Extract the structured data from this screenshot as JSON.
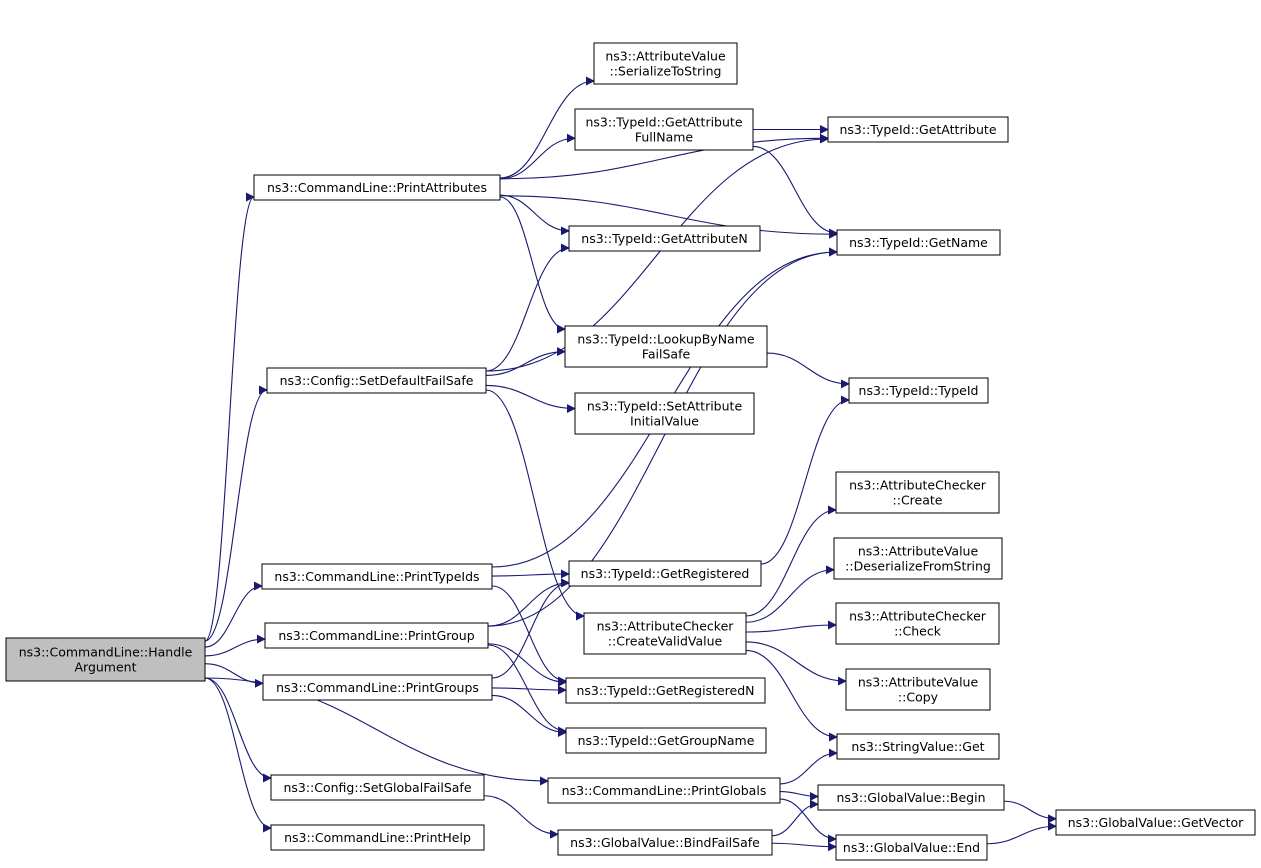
{
  "graph": {
    "edge_color": "#191970",
    "root_fill": "#bfbfbf",
    "node_fill": "#ffffff",
    "nodes": [
      {
        "id": "handle_argument",
        "lines": [
          "ns3::CommandLine::Handle",
          "Argument"
        ],
        "root": true
      },
      {
        "id": "print_attributes",
        "lines": [
          "ns3::CommandLine::PrintAttributes"
        ]
      },
      {
        "id": "set_default_fail_safe",
        "lines": [
          "ns3::Config::SetDefaultFailSafe"
        ]
      },
      {
        "id": "print_type_ids",
        "lines": [
          "ns3::CommandLine::PrintTypeIds"
        ]
      },
      {
        "id": "print_group",
        "lines": [
          "ns3::CommandLine::PrintGroup"
        ]
      },
      {
        "id": "print_groups",
        "lines": [
          "ns3::CommandLine::PrintGroups"
        ]
      },
      {
        "id": "set_global_fail_safe",
        "lines": [
          "ns3::Config::SetGlobalFailSafe"
        ]
      },
      {
        "id": "print_help",
        "lines": [
          "ns3::CommandLine::PrintHelp"
        ]
      },
      {
        "id": "serialize_to_string",
        "lines": [
          "ns3::AttributeValue",
          "::SerializeToString"
        ]
      },
      {
        "id": "get_attribute_full_name",
        "lines": [
          "ns3::TypeId::GetAttribute",
          "FullName"
        ]
      },
      {
        "id": "get_attribute_n",
        "lines": [
          "ns3::TypeId::GetAttributeN"
        ]
      },
      {
        "id": "lookup_by_name_fail_safe",
        "lines": [
          "ns3::TypeId::LookupByName",
          "FailSafe"
        ]
      },
      {
        "id": "set_attribute_initial_value",
        "lines": [
          "ns3::TypeId::SetAttribute",
          "InitialValue"
        ]
      },
      {
        "id": "get_registered",
        "lines": [
          "ns3::TypeId::GetRegistered"
        ]
      },
      {
        "id": "create_valid_value",
        "lines": [
          "ns3::AttributeChecker",
          "::CreateValidValue"
        ]
      },
      {
        "id": "get_registered_n",
        "lines": [
          "ns3::TypeId::GetRegisteredN"
        ]
      },
      {
        "id": "get_group_name",
        "lines": [
          "ns3::TypeId::GetGroupName"
        ]
      },
      {
        "id": "print_globals",
        "lines": [
          "ns3::CommandLine::PrintGlobals"
        ]
      },
      {
        "id": "bind_fail_safe",
        "lines": [
          "ns3::GlobalValue::BindFailSafe"
        ]
      },
      {
        "id": "get_attribute",
        "lines": [
          "ns3::TypeId::GetAttribute"
        ]
      },
      {
        "id": "get_name",
        "lines": [
          "ns3::TypeId::GetName"
        ]
      },
      {
        "id": "type_id",
        "lines": [
          "ns3::TypeId::TypeId"
        ]
      },
      {
        "id": "checker_create",
        "lines": [
          "ns3::AttributeChecker",
          "::Create"
        ]
      },
      {
        "id": "deserialize_from_string",
        "lines": [
          "ns3::AttributeValue",
          "::DeserializeFromString"
        ]
      },
      {
        "id": "checker_check",
        "lines": [
          "ns3::AttributeChecker",
          "::Check"
        ]
      },
      {
        "id": "value_copy",
        "lines": [
          "ns3::AttributeValue",
          "::Copy"
        ]
      },
      {
        "id": "string_value_get",
        "lines": [
          "ns3::StringValue::Get"
        ]
      },
      {
        "id": "global_value_begin",
        "lines": [
          "ns3::GlobalValue::Begin"
        ]
      },
      {
        "id": "global_value_end",
        "lines": [
          "ns3::GlobalValue::End"
        ]
      },
      {
        "id": "get_vector",
        "lines": [
          "ns3::GlobalValue::GetVector"
        ]
      }
    ],
    "edges": [
      [
        "handle_argument",
        "print_attributes"
      ],
      [
        "handle_argument",
        "set_default_fail_safe"
      ],
      [
        "handle_argument",
        "print_type_ids"
      ],
      [
        "handle_argument",
        "print_group"
      ],
      [
        "handle_argument",
        "print_groups"
      ],
      [
        "handle_argument",
        "print_globals"
      ],
      [
        "handle_argument",
        "set_global_fail_safe"
      ],
      [
        "handle_argument",
        "print_help"
      ],
      [
        "print_attributes",
        "serialize_to_string"
      ],
      [
        "print_attributes",
        "get_attribute_full_name"
      ],
      [
        "print_attributes",
        "get_attribute"
      ],
      [
        "print_attributes",
        "get_name"
      ],
      [
        "print_attributes",
        "get_attribute_n"
      ],
      [
        "print_attributes",
        "lookup_by_name_fail_safe"
      ],
      [
        "get_attribute_full_name",
        "get_attribute"
      ],
      [
        "get_attribute_full_name",
        "get_name"
      ],
      [
        "set_default_fail_safe",
        "get_attribute_n"
      ],
      [
        "set_default_fail_safe",
        "get_attribute"
      ],
      [
        "set_default_fail_safe",
        "lookup_by_name_fail_safe"
      ],
      [
        "set_default_fail_safe",
        "set_attribute_initial_value"
      ],
      [
        "set_default_fail_safe",
        "create_valid_value"
      ],
      [
        "lookup_by_name_fail_safe",
        "type_id"
      ],
      [
        "print_type_ids",
        "get_name"
      ],
      [
        "print_type_ids",
        "get_registered"
      ],
      [
        "print_type_ids",
        "get_registered_n"
      ],
      [
        "print_group",
        "get_name"
      ],
      [
        "print_group",
        "get_registered"
      ],
      [
        "print_group",
        "get_registered_n"
      ],
      [
        "print_group",
        "get_group_name"
      ],
      [
        "print_groups",
        "get_registered"
      ],
      [
        "print_groups",
        "get_registered_n"
      ],
      [
        "print_groups",
        "get_group_name"
      ],
      [
        "get_registered",
        "type_id"
      ],
      [
        "create_valid_value",
        "checker_create"
      ],
      [
        "create_valid_value",
        "deserialize_from_string"
      ],
      [
        "create_valid_value",
        "checker_check"
      ],
      [
        "create_valid_value",
        "value_copy"
      ],
      [
        "create_valid_value",
        "string_value_get"
      ],
      [
        "print_globals",
        "string_value_get"
      ],
      [
        "print_globals",
        "global_value_begin"
      ],
      [
        "print_globals",
        "global_value_end"
      ],
      [
        "set_global_fail_safe",
        "bind_fail_safe"
      ],
      [
        "bind_fail_safe",
        "global_value_begin"
      ],
      [
        "bind_fail_safe",
        "global_value_end"
      ],
      [
        "global_value_begin",
        "get_vector"
      ],
      [
        "global_value_end",
        "get_vector"
      ]
    ]
  }
}
